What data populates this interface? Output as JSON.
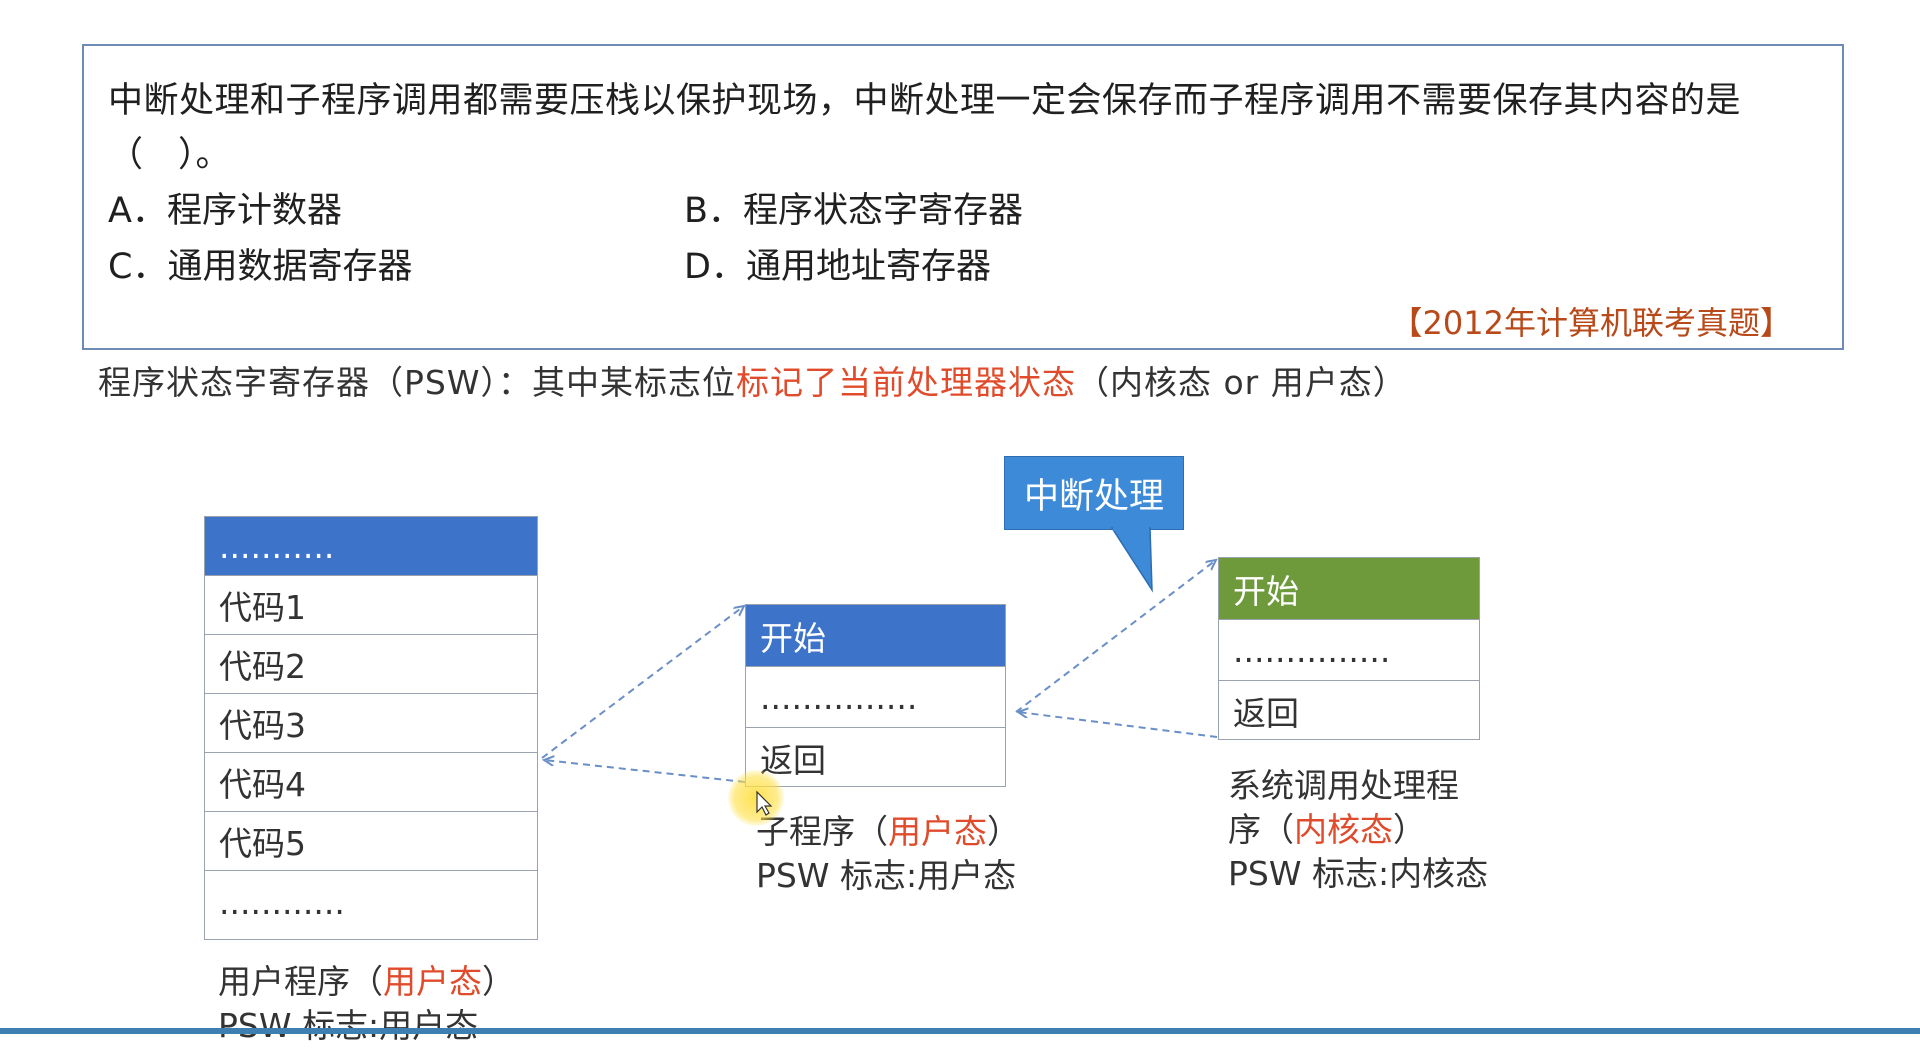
{
  "question": {
    "line1": "中断处理和子程序调用都需要压栈以保护现场，中断处理一定会保存而子程序调用不需要保存其内容的是",
    "line2": "（　）。",
    "options": {
      "a": "A．程序计数器",
      "b": "B．程序状态字寄存器",
      "c": "C．通用数据寄存器",
      "d": "D．通用地址寄存器"
    },
    "source": "【2012年计算机联考真题】"
  },
  "psw_note": {
    "prefix": "程序状态字寄存器（PSW）：其中某标志位",
    "highlight": "标记了当前处理器状态",
    "suffix": "（内核态 or 用户态）"
  },
  "user_program": {
    "header": "...........",
    "rows": [
      "代码1",
      "代码2",
      "代码3",
      "代码4",
      "代码5",
      "............"
    ],
    "caption_prefix": "用户程序（",
    "caption_mode": "用户态",
    "caption_suffix": "）",
    "psw_flag": "PSW 标志:用户态"
  },
  "subroutine": {
    "header": "开始",
    "rows": [
      "...............",
      "返回"
    ],
    "caption_prefix": "子程序（",
    "caption_mode": "用户态",
    "caption_suffix": "）",
    "psw_flag": "PSW 标志:用户态"
  },
  "syscall_handler": {
    "header": "开始",
    "rows": [
      "...............",
      "返回"
    ],
    "caption_line1": "系统调用处理程",
    "caption_line2_prefix": "序（",
    "caption_mode": "内核态",
    "caption_suffix": "）",
    "psw_flag": "PSW 标志:内核态"
  },
  "callout": {
    "label": "中断处理"
  },
  "colors": {
    "header_blue": "#3d73c9",
    "header_green": "#6e9a3b",
    "callout_blue": "#3d8ad8",
    "highlight_red": "#e04b2b",
    "arrow_blue": "#6a8fc7"
  }
}
